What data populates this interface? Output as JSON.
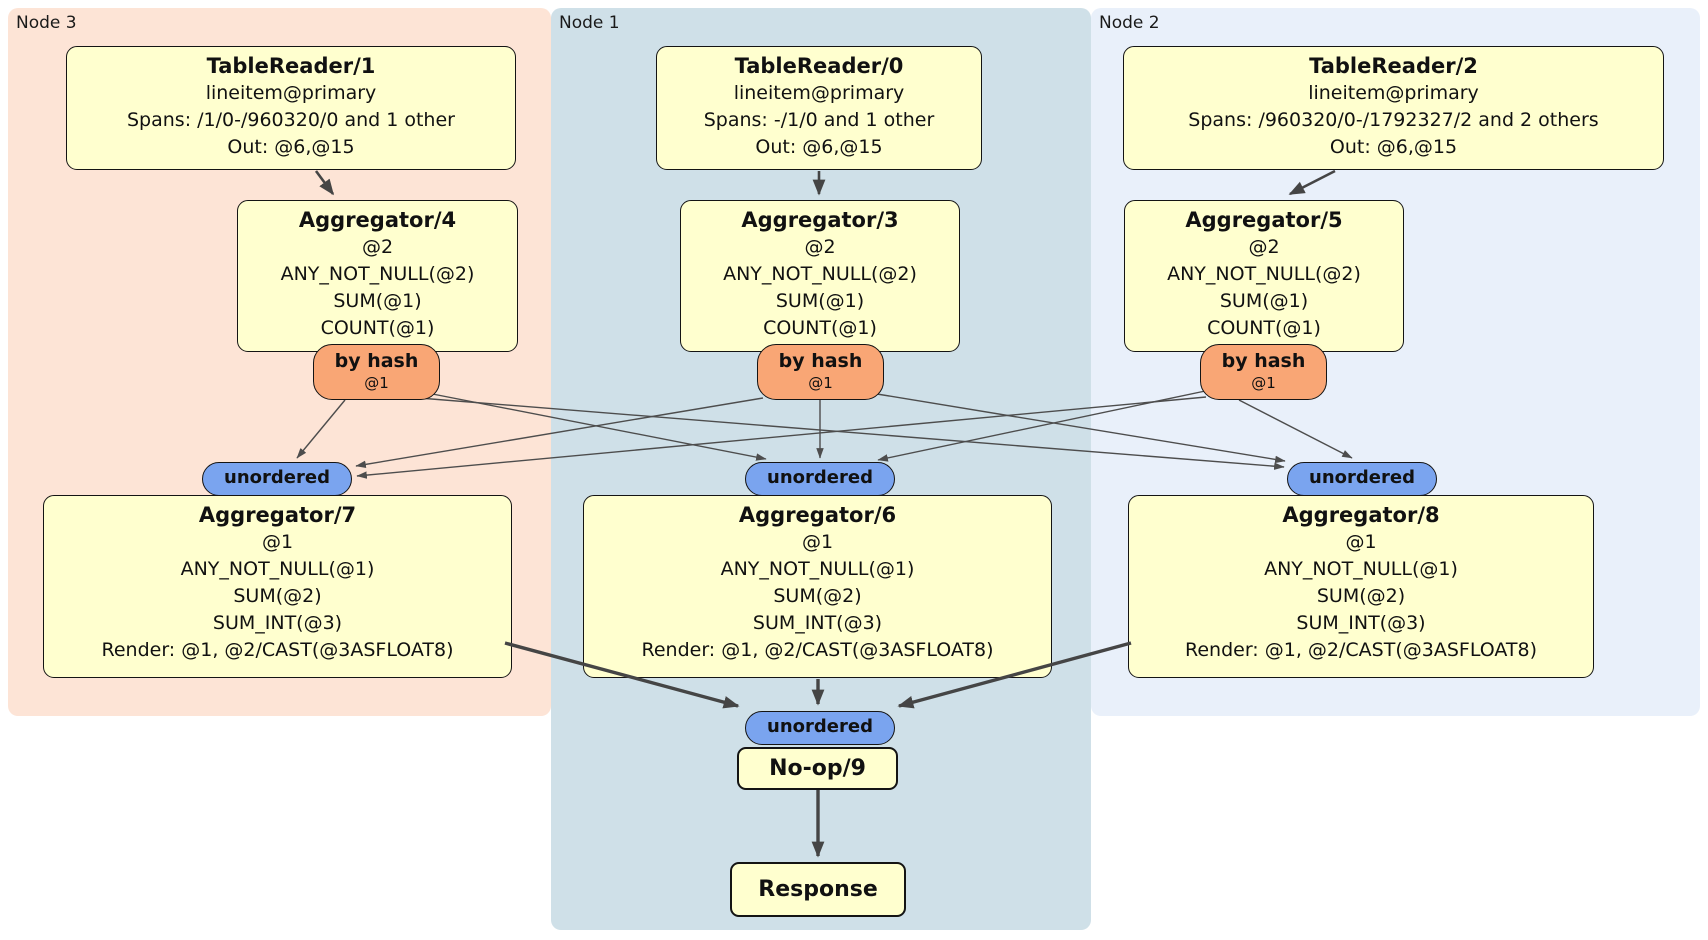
{
  "colors": {
    "region_node3_bg": "#fde4d6",
    "region_node1_bg": "#cfe0e8",
    "region_node2_bg": "#e9f0fa",
    "processor_box_fill": "#ffffcf",
    "router_fill": "#f9a675",
    "sync_fill": "#7aa4ef",
    "edge": "#454545"
  },
  "regions": [
    {
      "label": "Node 3"
    },
    {
      "label": "Node 1"
    },
    {
      "label": "Node 2"
    }
  ],
  "readers": [
    {
      "title": "TableReader/1",
      "lines": [
        "lineitem@primary",
        "Spans: /1/0-/960320/0 and 1 other",
        "Out: @6,@15"
      ]
    },
    {
      "title": "TableReader/0",
      "lines": [
        "lineitem@primary",
        "Spans: -/1/0 and 1 other",
        "Out: @6,@15"
      ]
    },
    {
      "title": "TableReader/2",
      "lines": [
        "lineitem@primary",
        "Spans: /960320/0-/1792327/2 and 2 others",
        "Out: @6,@15"
      ]
    }
  ],
  "hash_aggs": [
    {
      "title": "Aggregator/4",
      "lines": [
        "@2",
        "ANY_NOT_NULL(@2)",
        "SUM(@1)",
        "COUNT(@1)"
      ]
    },
    {
      "title": "Aggregator/3",
      "lines": [
        "@2",
        "ANY_NOT_NULL(@2)",
        "SUM(@1)",
        "COUNT(@1)"
      ]
    },
    {
      "title": "Aggregator/5",
      "lines": [
        "@2",
        "ANY_NOT_NULL(@2)",
        "SUM(@1)",
        "COUNT(@1)"
      ]
    }
  ],
  "routers": [
    {
      "label": "by hash",
      "key": "@1"
    },
    {
      "label": "by hash",
      "key": "@1"
    },
    {
      "label": "by hash",
      "key": "@1"
    }
  ],
  "syncs": [
    {
      "label": "unordered"
    },
    {
      "label": "unordered"
    },
    {
      "label": "unordered"
    },
    {
      "label": "unordered"
    }
  ],
  "final_aggs": [
    {
      "title": "Aggregator/7",
      "lines": [
        "@1",
        "ANY_NOT_NULL(@1)",
        "SUM(@2)",
        "SUM_INT(@3)",
        "Render: @1, @2/CAST(@3ASFLOAT8)"
      ]
    },
    {
      "title": "Aggregator/6",
      "lines": [
        "@1",
        "ANY_NOT_NULL(@1)",
        "SUM(@2)",
        "SUM_INT(@3)",
        "Render: @1, @2/CAST(@3ASFLOAT8)"
      ]
    },
    {
      "title": "Aggregator/8",
      "lines": [
        "@1",
        "ANY_NOT_NULL(@1)",
        "SUM(@2)",
        "SUM_INT(@3)",
        "Render: @1, @2/CAST(@3ASFLOAT8)"
      ]
    }
  ],
  "noop": {
    "title": "No-op/9"
  },
  "response": {
    "title": "Response"
  }
}
